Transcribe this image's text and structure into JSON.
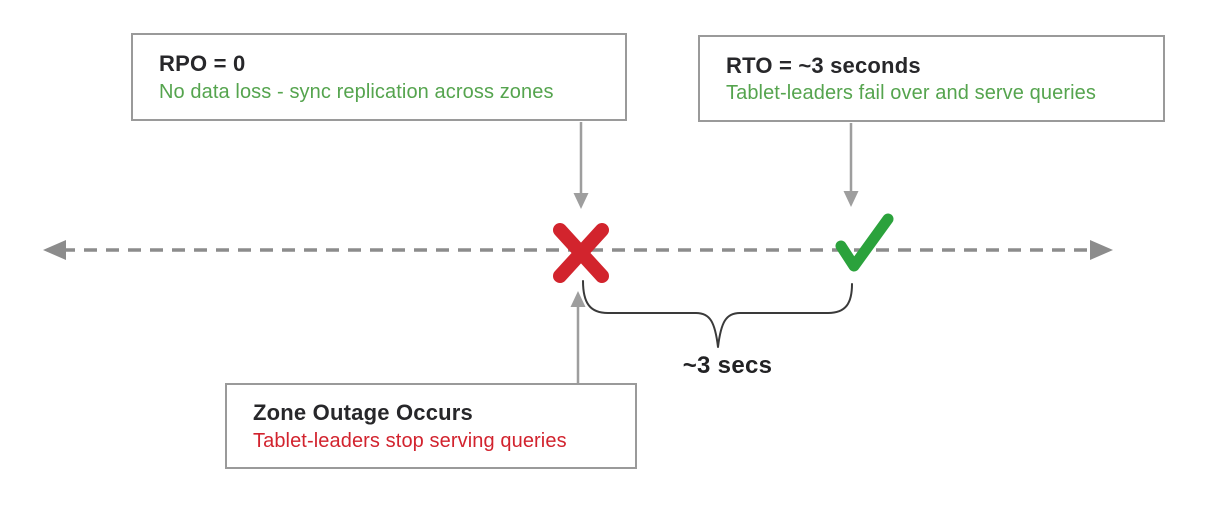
{
  "diagram": {
    "description": "Zone outage RPO/RTO timeline",
    "callouts": {
      "rpo": {
        "title": "RPO = 0",
        "subtitle": "No data loss - sync replication across zones",
        "subtitle_color": "#55a44e"
      },
      "rto": {
        "title": "RTO = ~3 seconds",
        "subtitle": "Tablet-leaders fail over and serve queries",
        "subtitle_color": "#55a44e"
      },
      "zone_outage": {
        "title": "Zone Outage Occurs",
        "subtitle": "Tablet-leaders stop serving queries",
        "subtitle_color": "#d2232e"
      }
    },
    "duration": {
      "label": "~3 secs"
    },
    "markers": {
      "failure": {
        "symbol": "x-mark",
        "color": "#d2242d"
      },
      "recovery": {
        "symbol": "checkmark",
        "color": "#2ba23c"
      }
    },
    "colors": {
      "title_text": "#27272a",
      "positive_text": "#55a44e",
      "negative_text": "#d2232e",
      "box_border": "#9a9a9a",
      "timeline": "#8c8c8c",
      "connector": "#9e9e9e",
      "brace": "#3a3a3a",
      "background": "#ffffff"
    }
  }
}
